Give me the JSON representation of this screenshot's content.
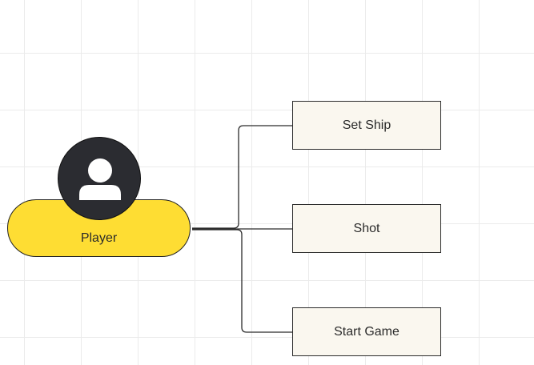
{
  "diagram": {
    "actor": {
      "label": "Player",
      "icon": "user-icon",
      "fill_color": "#fedd33",
      "avatar_color": "#2b2c31"
    },
    "actions": [
      {
        "label": "Set Ship"
      },
      {
        "label": "Shot"
      },
      {
        "label": "Start Game"
      }
    ],
    "box_fill_color": "#faf7ef",
    "line_color": "#2b2b2b"
  }
}
